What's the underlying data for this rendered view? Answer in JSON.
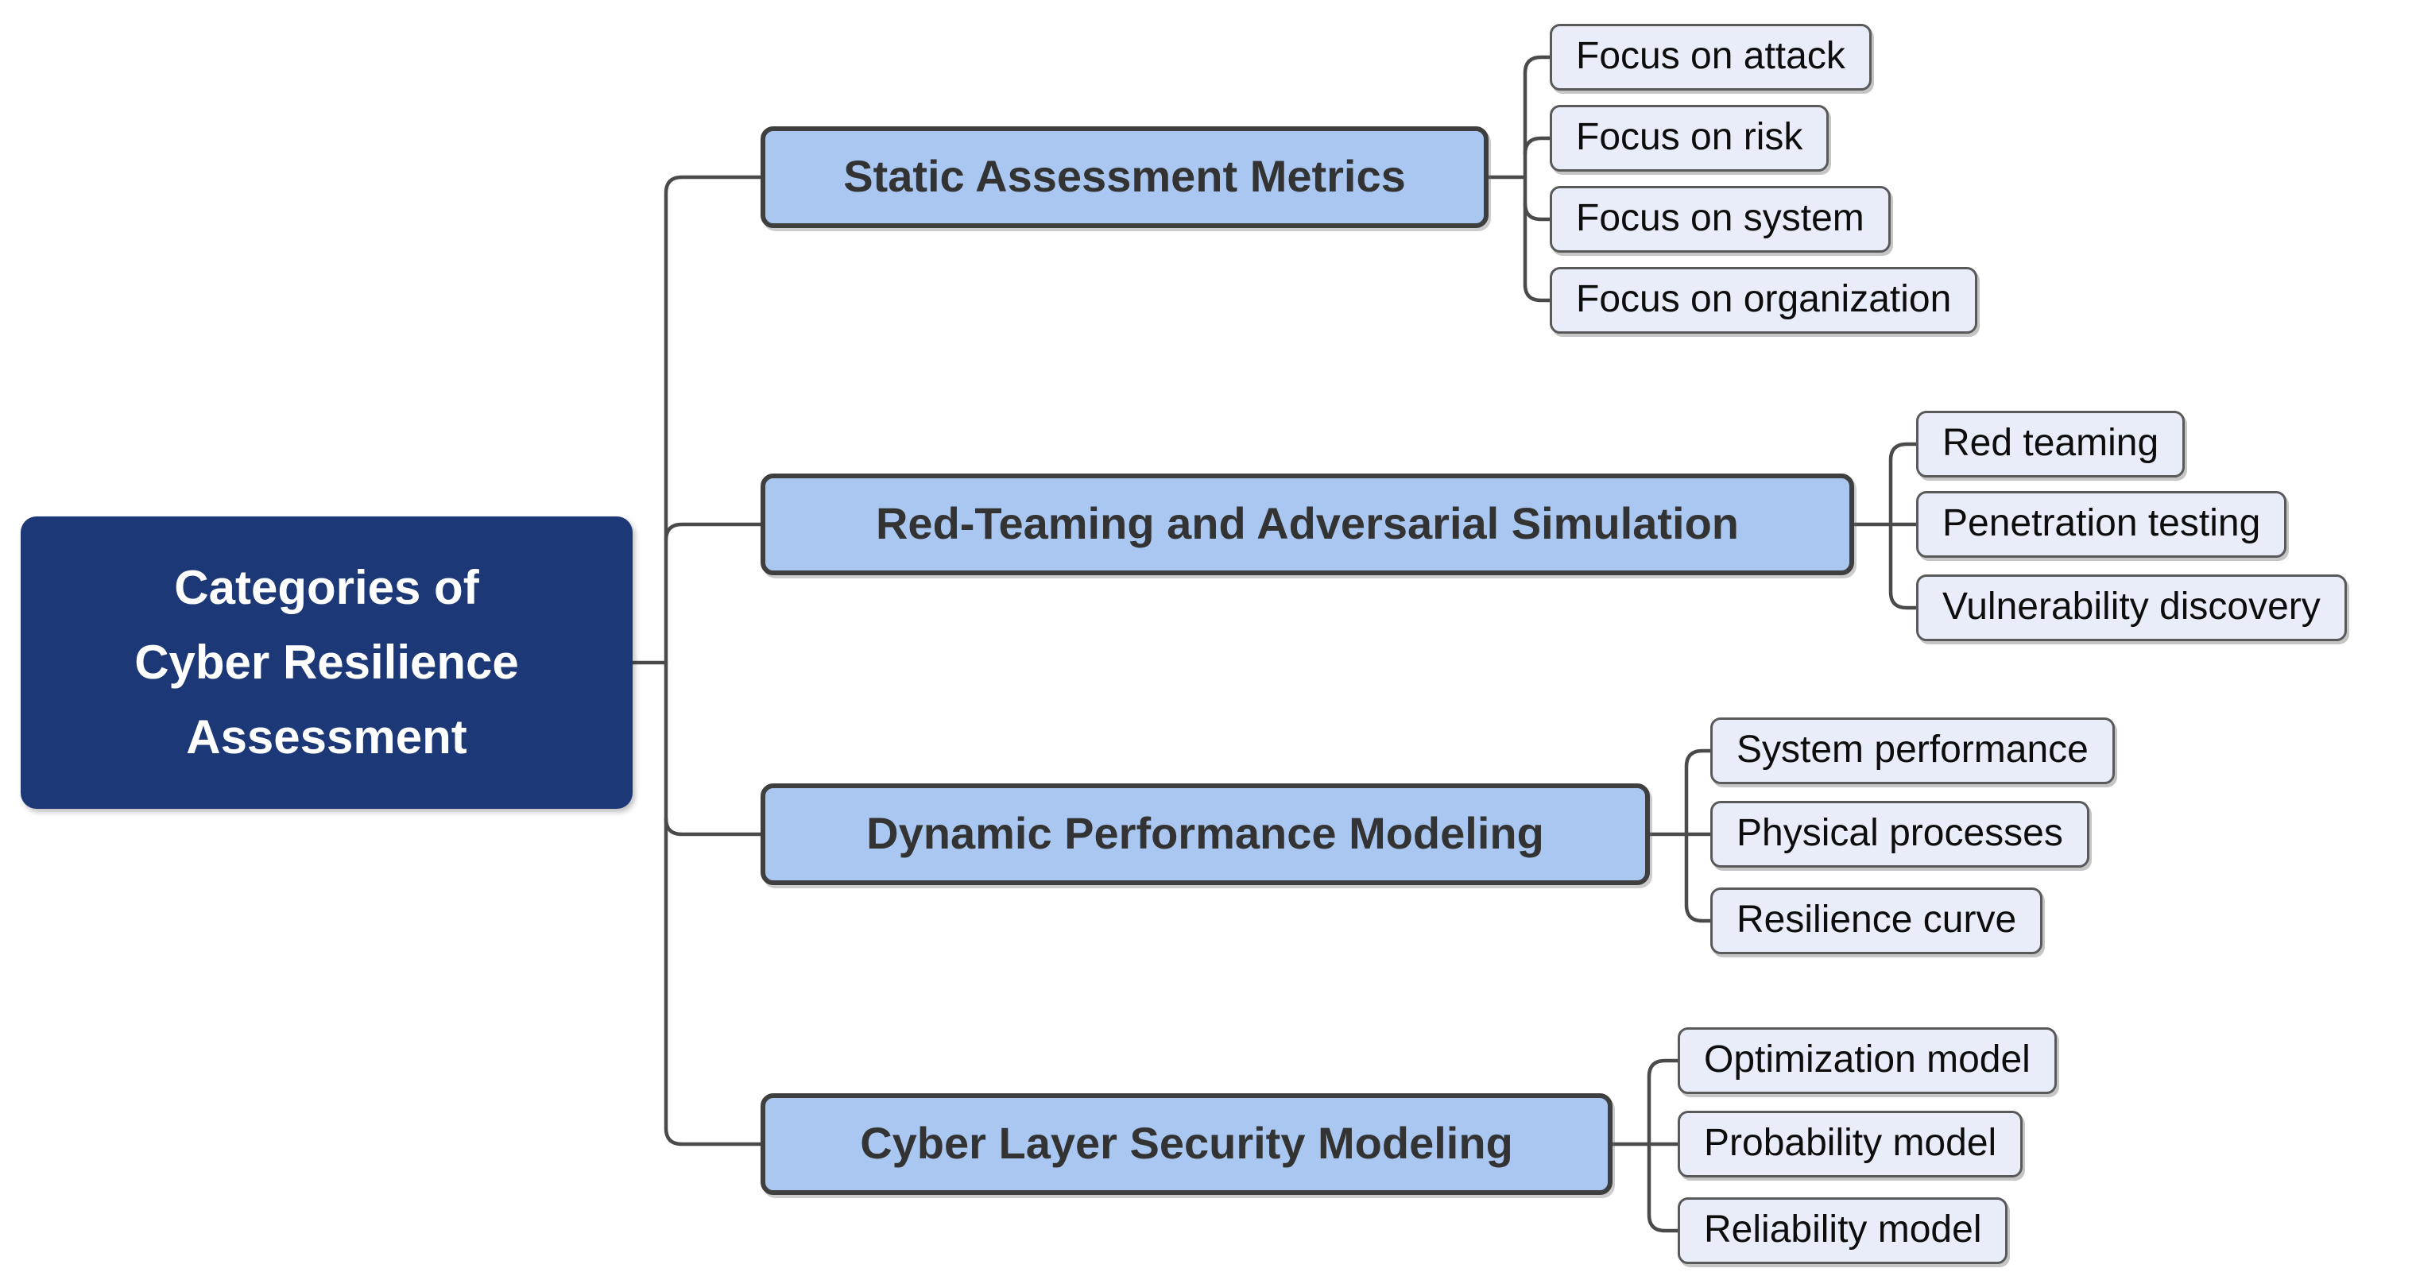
{
  "title": "Categories of Cyber Resilience Assessment",
  "root": {
    "label": "Categories of Cyber Resilience Assessment",
    "lines": [
      "Categories of",
      "Cyber Resilience",
      "Assessment"
    ]
  },
  "branches": [
    {
      "label": "Static Assessment Metrics",
      "children": [
        {
          "label": "Focus on attack"
        },
        {
          "label": "Focus on risk"
        },
        {
          "label": "Focus on system"
        },
        {
          "label": "Focus on organization"
        }
      ]
    },
    {
      "label": "Red-Teaming and Adversarial Simulation",
      "children": [
        {
          "label": "Red teaming"
        },
        {
          "label": "Penetration testing"
        },
        {
          "label": "Vulnerability discovery"
        }
      ]
    },
    {
      "label": "Dynamic Performance Modeling",
      "children": [
        {
          "label": "System performance"
        },
        {
          "label": "Physical processes"
        },
        {
          "label": "Resilience curve"
        }
      ]
    },
    {
      "label": "Cyber Layer Security Modeling",
      "children": [
        {
          "label": "Optimization model"
        },
        {
          "label": "Probability model"
        },
        {
          "label": "Reliability model"
        }
      ]
    }
  ],
  "colors": {
    "background": "#FFFFFF",
    "root_fill": "#1C3876",
    "root_text": "#FFFFFF",
    "branch_fill": "#A9C7F0",
    "branch_border": "#3F3F3F",
    "branch_text": "#333333",
    "leaf_fill": "#E9EDF9",
    "leaf_border": "#595959",
    "leaf_text": "#0D0D0D",
    "connector": "#4A4A4A"
  }
}
